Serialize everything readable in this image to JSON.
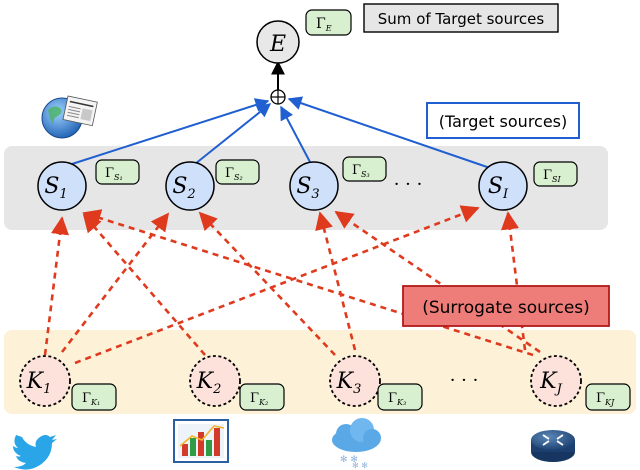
{
  "event_node": {
    "symbol": "E",
    "gamma": "Γ",
    "gamma_sub": "E"
  },
  "sum_box": {
    "label": "Sum of Target sources"
  },
  "target_box": {
    "label": "(Target sources)"
  },
  "surrogate_box": {
    "label": "(Surrogate sources)"
  },
  "target_nodes": [
    {
      "symbol": "S",
      "sub": "1",
      "gamma": "Γ",
      "gamma_sub": "S₁"
    },
    {
      "symbol": "S",
      "sub": "2",
      "gamma": "Γ",
      "gamma_sub": "S₂"
    },
    {
      "symbol": "S",
      "sub": "3",
      "gamma": "Γ",
      "gamma_sub": "S₃"
    },
    {
      "symbol": "S",
      "sub": "I",
      "gamma": "Γ",
      "gamma_sub": "SI"
    }
  ],
  "surrogate_nodes": [
    {
      "symbol": "K",
      "sub": "1",
      "gamma": "Γ",
      "gamma_sub": "K₁"
    },
    {
      "symbol": "K",
      "sub": "2",
      "gamma": "Γ",
      "gamma_sub": "K₂"
    },
    {
      "symbol": "K",
      "sub": "3",
      "gamma": "Γ",
      "gamma_sub": "K₃"
    },
    {
      "symbol": "K",
      "sub": "J",
      "gamma": "Γ",
      "gamma_sub": "KJ"
    }
  ],
  "ellipsis_targets": "· · ·",
  "ellipsis_surrogates": "· · ·",
  "colors": {
    "target_fill": "#cfe0fb",
    "surrogate_fill": "#fde2dc",
    "gamma_fill": "#d8f0cf",
    "target_band": "#e6e6e6",
    "surrogate_band": "#fdf1d8",
    "blue_edge": "#1f5fd1",
    "red_edge": "#e03a1e"
  },
  "icons": [
    "news-globe-icon",
    "twitter-bird-icon",
    "bar-chart-icon",
    "weather-cloud-icon",
    "router-icon"
  ]
}
